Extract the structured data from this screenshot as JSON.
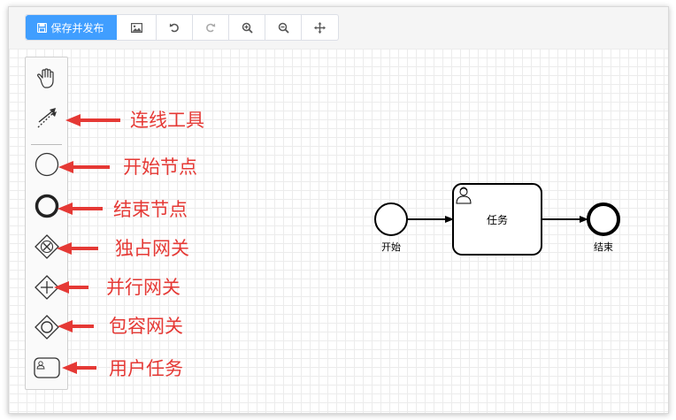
{
  "toolbar": {
    "save_label": "保存并发布",
    "buttons": [
      "image-icon",
      "undo-icon",
      "redo-icon",
      "zoom-in-icon",
      "zoom-out-icon",
      "move-icon"
    ]
  },
  "palette": {
    "tools": [
      "hand-tool",
      "connect-tool",
      "start-event",
      "end-event",
      "exclusive-gateway",
      "parallel-gateway",
      "inclusive-gateway",
      "user-task"
    ]
  },
  "annotations": {
    "connect": "连线工具",
    "start": "开始节点",
    "end": "结束节点",
    "exclusive": "独占网关",
    "parallel": "并行网关",
    "inclusive": "包容网关",
    "user_task": "用户任务"
  },
  "diagram": {
    "start_label": "开始",
    "task_label": "任务",
    "end_label": "结束"
  },
  "colors": {
    "primary": "#409eff",
    "annotation": "#e53935",
    "stroke": "#000000"
  }
}
